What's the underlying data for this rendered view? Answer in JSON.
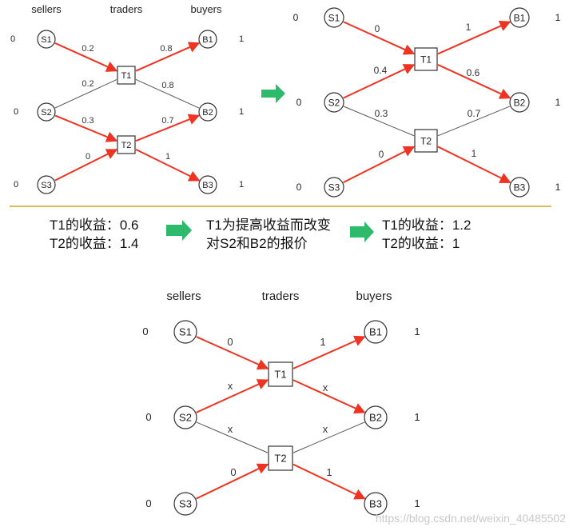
{
  "headers": {
    "sellers": "sellers",
    "traders": "traders",
    "buyers": "buyers"
  },
  "colors": {
    "edge_active": "#ee3322",
    "edge_inactive": "#555555",
    "separator": "#d9a020",
    "step_arrow": "#2dba6a"
  },
  "diagrams": [
    {
      "id": "top-left",
      "nodes": [
        {
          "id": "S1",
          "label": "S1",
          "shape": "circle",
          "side_value": "0"
        },
        {
          "id": "S2",
          "label": "S2",
          "shape": "circle",
          "side_value": "0"
        },
        {
          "id": "S3",
          "label": "S3",
          "shape": "circle",
          "side_value": "0"
        },
        {
          "id": "T1",
          "label": "T1",
          "shape": "square"
        },
        {
          "id": "T2",
          "label": "T2",
          "shape": "square"
        },
        {
          "id": "B1",
          "label": "B1",
          "shape": "circle",
          "side_value": "1"
        },
        {
          "id": "B2",
          "label": "B2",
          "shape": "circle",
          "side_value": "1"
        },
        {
          "id": "B3",
          "label": "B3",
          "shape": "circle",
          "side_value": "1"
        }
      ],
      "edges": [
        {
          "from": "S1",
          "to": "T1",
          "label": "0.2",
          "active": true
        },
        {
          "from": "S2",
          "to": "T1",
          "label": "0.2",
          "active": false
        },
        {
          "from": "S2",
          "to": "T2",
          "label": "0.3",
          "active": true
        },
        {
          "from": "S3",
          "to": "T2",
          "label": "0",
          "active": true
        },
        {
          "from": "T1",
          "to": "B1",
          "label": "0.8",
          "active": true
        },
        {
          "from": "T1",
          "to": "B2",
          "label": "0.8",
          "active": false
        },
        {
          "from": "T2",
          "to": "B2",
          "label": "0.7",
          "active": true
        },
        {
          "from": "T2",
          "to": "B3",
          "label": "1",
          "active": true
        }
      ]
    },
    {
      "id": "top-right",
      "nodes": [
        {
          "id": "S1",
          "label": "S1",
          "shape": "circle",
          "side_value": "0"
        },
        {
          "id": "S2",
          "label": "S2",
          "shape": "circle",
          "side_value": "0"
        },
        {
          "id": "S3",
          "label": "S3",
          "shape": "circle",
          "side_value": "0"
        },
        {
          "id": "T1",
          "label": "T1",
          "shape": "square"
        },
        {
          "id": "T2",
          "label": "T2",
          "shape": "square"
        },
        {
          "id": "B1",
          "label": "B1",
          "shape": "circle",
          "side_value": "1"
        },
        {
          "id": "B2",
          "label": "B2",
          "shape": "circle",
          "side_value": "1"
        },
        {
          "id": "B3",
          "label": "B3",
          "shape": "circle",
          "side_value": "1"
        }
      ],
      "edges": [
        {
          "from": "S1",
          "to": "T1",
          "label": "0",
          "active": true
        },
        {
          "from": "S2",
          "to": "T1",
          "label": "0.4",
          "active": true
        },
        {
          "from": "S2",
          "to": "T2",
          "label": "0.3",
          "active": false
        },
        {
          "from": "S3",
          "to": "T2",
          "label": "0",
          "active": true
        },
        {
          "from": "T1",
          "to": "B1",
          "label": "1",
          "active": true
        },
        {
          "from": "T1",
          "to": "B2",
          "label": "0.6",
          "active": true
        },
        {
          "from": "T2",
          "to": "B2",
          "label": "0.7",
          "active": false
        },
        {
          "from": "T2",
          "to": "B3",
          "label": "1",
          "active": true
        }
      ]
    },
    {
      "id": "bottom",
      "nodes": [
        {
          "id": "S1",
          "label": "S1",
          "shape": "circle",
          "side_value": "0"
        },
        {
          "id": "S2",
          "label": "S2",
          "shape": "circle",
          "side_value": "0"
        },
        {
          "id": "S3",
          "label": "S3",
          "shape": "circle",
          "side_value": "0"
        },
        {
          "id": "T1",
          "label": "T1",
          "shape": "square"
        },
        {
          "id": "T2",
          "label": "T2",
          "shape": "square"
        },
        {
          "id": "B1",
          "label": "B1",
          "shape": "circle",
          "side_value": "1"
        },
        {
          "id": "B2",
          "label": "B2",
          "shape": "circle",
          "side_value": "1"
        },
        {
          "id": "B3",
          "label": "B3",
          "shape": "circle",
          "side_value": "1"
        }
      ],
      "edges": [
        {
          "from": "S1",
          "to": "T1",
          "label": "0",
          "active": true
        },
        {
          "from": "S2",
          "to": "T1",
          "label": "x",
          "active": true
        },
        {
          "from": "S2",
          "to": "T2",
          "label": "x",
          "active": false
        },
        {
          "from": "S3",
          "to": "T2",
          "label": "0",
          "active": true
        },
        {
          "from": "T1",
          "to": "B1",
          "label": "1",
          "active": true
        },
        {
          "from": "T1",
          "to": "B2",
          "label": "x",
          "active": true
        },
        {
          "from": "T2",
          "to": "B2",
          "label": "x",
          "active": false
        },
        {
          "from": "T2",
          "to": "B3",
          "label": "1",
          "active": true
        }
      ]
    }
  ],
  "middle_text": {
    "before": [
      "T1的收益：0.6",
      "T2的收益：1.4"
    ],
    "change": [
      "T1为提高收益而改变",
      "对S2和B2的报价"
    ],
    "after": [
      "T1的收益：1.2",
      "T2的收益：1"
    ]
  },
  "watermark": "https://blog.csdn.net/weixin_40485502"
}
